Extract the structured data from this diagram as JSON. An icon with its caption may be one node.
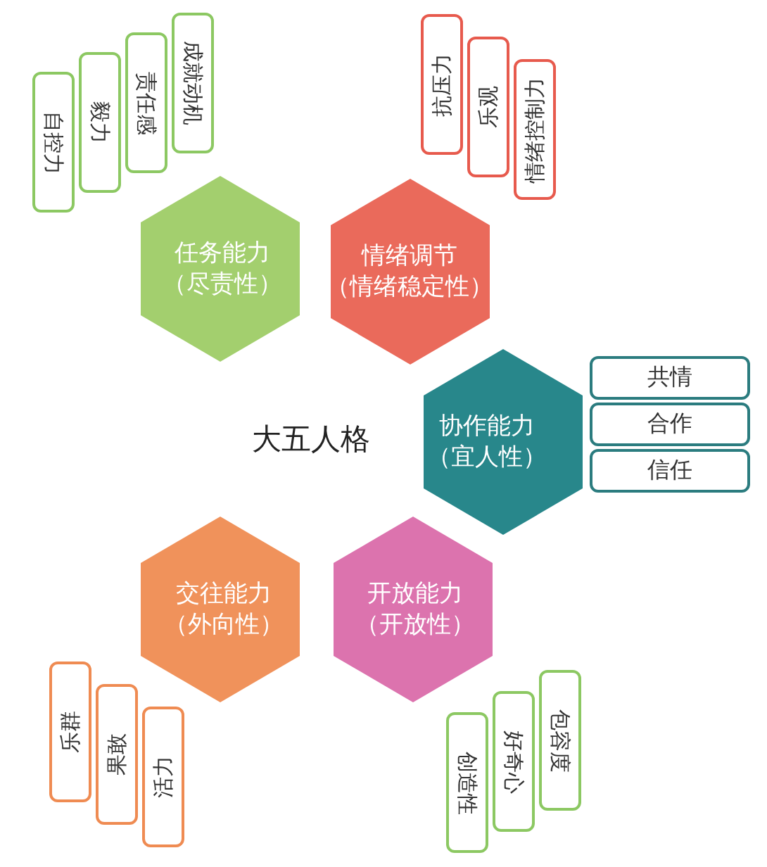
{
  "diagram": {
    "title": "大五人格",
    "nodes": [
      {
        "text": [
          "任务能力",
          "（尽责性）"
        ]
      },
      {
        "text": [
          "成就动机"
        ]
      },
      {
        "text": [
          "责任感"
        ]
      },
      {
        "text": [
          "毅力"
        ]
      },
      {
        "text": [
          "自控力"
        ]
      },
      {
        "text": [
          "情绪调节",
          "（情绪稳定性）"
        ]
      },
      {
        "text": [
          "抗压力"
        ]
      },
      {
        "text": [
          "乐观"
        ]
      },
      {
        "text": [
          "情绪控制力"
        ]
      },
      {
        "text": [
          "协作能力",
          "（宜人性）"
        ]
      },
      {
        "text": [
          "共情"
        ]
      },
      {
        "text": [
          "合作"
        ]
      },
      {
        "text": [
          "信任"
        ]
      },
      {
        "text": [
          "开放能力",
          "（开放性）"
        ]
      },
      {
        "text": [
          "包容度"
        ]
      },
      {
        "text": [
          "好奇心"
        ]
      },
      {
        "text": [
          "创造性"
        ]
      },
      {
        "text": [
          "交往能力",
          "（外向性）"
        ]
      },
      {
        "text": [
          "乐群"
        ]
      },
      {
        "text": [
          "果敢"
        ]
      },
      {
        "text": [
          "活力"
        ]
      }
    ]
  }
}
